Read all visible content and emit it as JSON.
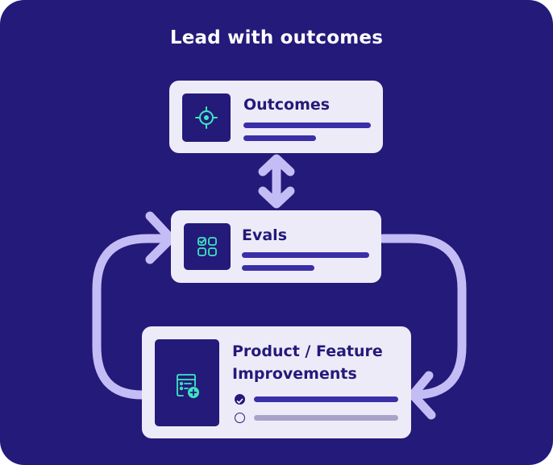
{
  "title": "Lead with outcomes",
  "colors": {
    "background": "#241a7a",
    "card": "#eeebf8",
    "arrow": "#c4bdf5",
    "accent": "#3de6c1",
    "bar": "#3a2fa6",
    "bar_muted": "#a8a4c8"
  },
  "nodes": {
    "outcomes": {
      "label": "Outcomes",
      "icon": "target-icon"
    },
    "evals": {
      "label": "Evals",
      "icon": "grid-check-icon"
    },
    "improvements": {
      "label_line1": "Product / Feature",
      "label_line2": "Improvements",
      "icon": "feature-add-icon",
      "checklist": [
        {
          "state": "checked"
        },
        {
          "state": "unchecked"
        }
      ]
    }
  },
  "edges": [
    {
      "from": "outcomes",
      "to": "evals",
      "type": "bidirectional"
    },
    {
      "from": "evals",
      "to": "improvements",
      "type": "directed"
    },
    {
      "from": "improvements",
      "to": "evals",
      "type": "directed"
    }
  ]
}
